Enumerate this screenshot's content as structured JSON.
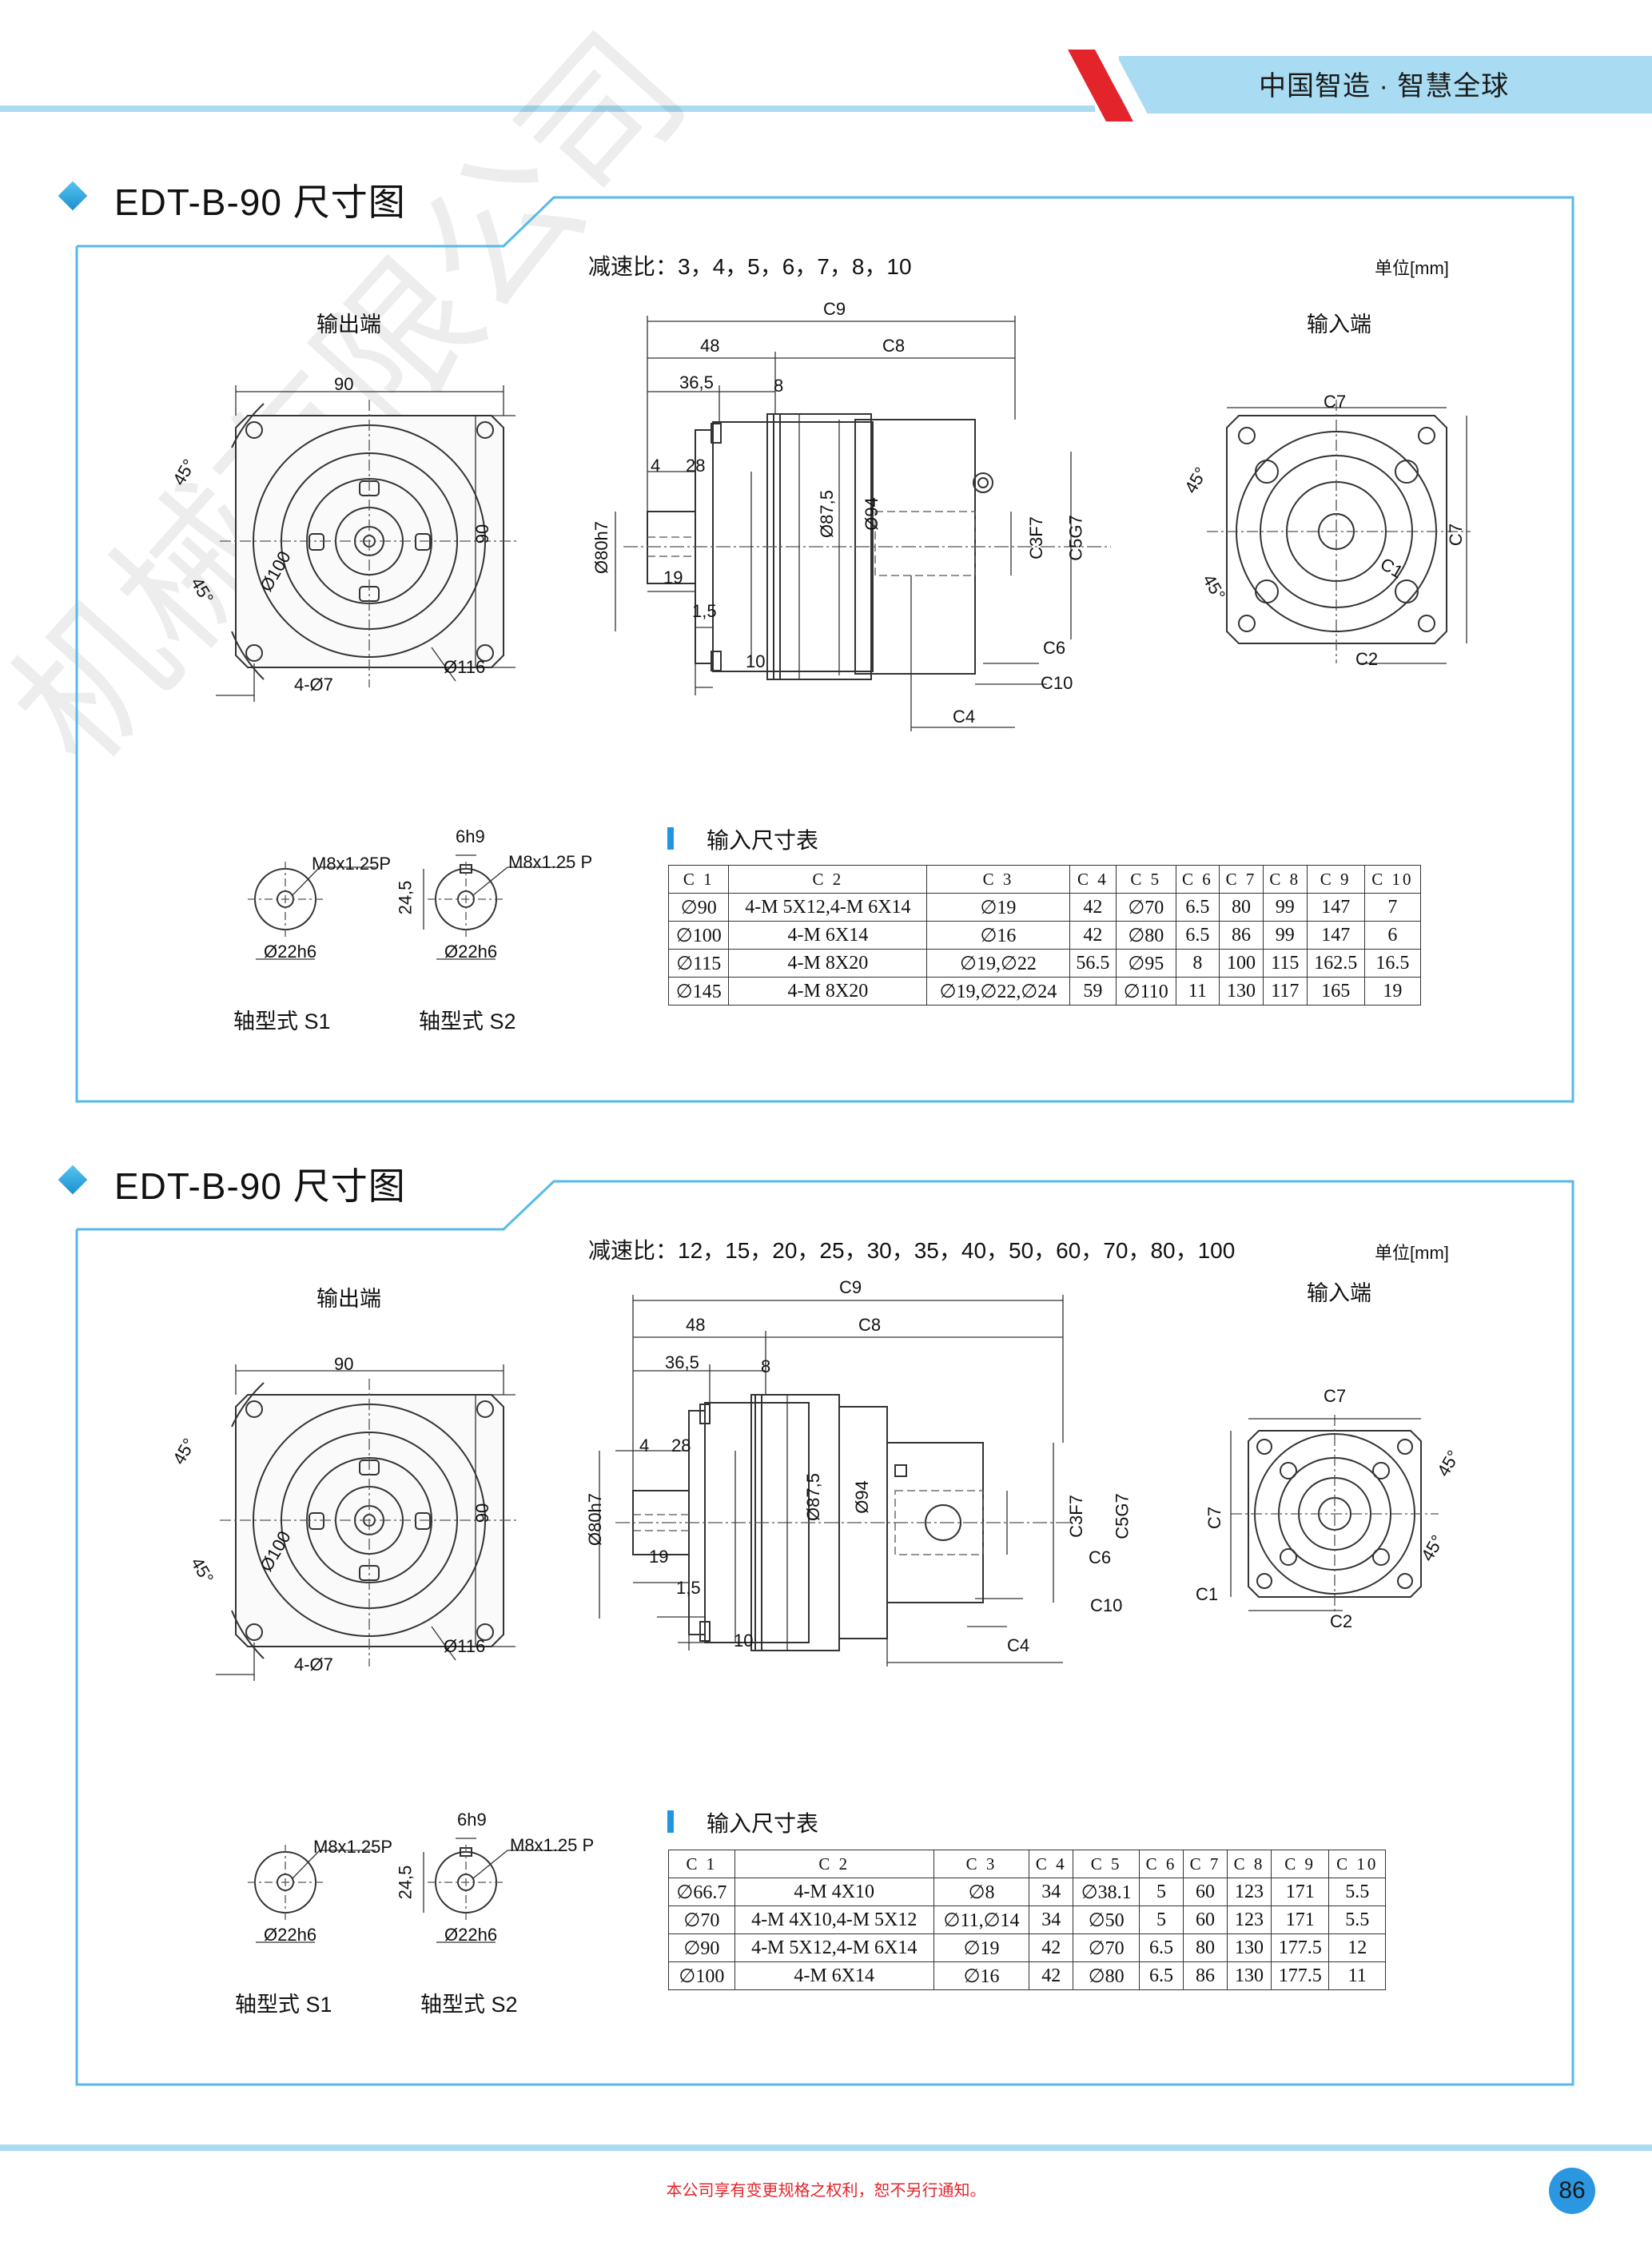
{
  "header": {
    "slogan": "中国智造 · 智慧全球"
  },
  "sections": [
    {
      "title": "EDT-B-90  尺寸图",
      "ratio": "减速比：3，4，5，6，7，8，10",
      "unit": "单位[mm]",
      "output_label": "输出端",
      "input_label": "输入端",
      "shaft_s1": "轴型式 S1",
      "shaft_s2": "轴型式 S2",
      "table_title": "输入尺寸表",
      "dims": {
        "d90": "90",
        "d90v": "90",
        "a45a": "45°",
        "a45b": "45°",
        "d100": "Ø100",
        "d116": "Ø116",
        "hole": "4-Ø7",
        "c9": "C9",
        "c8": "C8",
        "l48": "48",
        "l365": "36,5",
        "l8": "8",
        "l4": "4",
        "l28": "28",
        "l19": "19",
        "l15": "1,5",
        "l10": "10",
        "d80": "Ø80h7",
        "d875": "Ø87,5",
        "d94": "Ø94",
        "c3": "C3F7",
        "c5": "C5G7",
        "c6": "C6",
        "c10": "C10",
        "c4": "C4",
        "c7t": "C7",
        "c7r": "C7",
        "c1": "C1",
        "c2": "C2",
        "m8a": "M8x1.25P",
        "m8b": "M8x1.25 P",
        "d22a": "Ø22h6",
        "d22b": "Ø22h6",
        "k6": "6h9",
        "k245": "24,5"
      },
      "table": {
        "headers": [
          "C 1",
          "C 2",
          "C 3",
          "C 4",
          "C 5",
          "C 6",
          "C 7",
          "C 8",
          "C 9",
          "C 10"
        ],
        "rows": [
          [
            "∅90",
            "4-M 5X12,4-M 6X14",
            "∅19",
            "42",
            "∅70",
            "6.5",
            "80",
            "99",
            "147",
            "7"
          ],
          [
            "∅100",
            "4-M 6X14",
            "∅16",
            "42",
            "∅80",
            "6.5",
            "86",
            "99",
            "147",
            "6"
          ],
          [
            "∅115",
            "4-M 8X20",
            "∅19,∅22",
            "56.5",
            "∅95",
            "8",
            "100",
            "115",
            "162.5",
            "16.5"
          ],
          [
            "∅145",
            "4-M 8X20",
            "∅19,∅22,∅24",
            "59",
            "∅110",
            "11",
            "130",
            "117",
            "165",
            "19"
          ]
        ]
      }
    },
    {
      "title": "EDT-B-90  尺寸图",
      "ratio": "减速比：12，15，20，25，30，35，40，50，60，70，80，100",
      "unit": "单位[mm]",
      "output_label": "输出端",
      "input_label": "输入端",
      "shaft_s1": "轴型式 S1",
      "shaft_s2": "轴型式 S2",
      "table_title": "输入尺寸表",
      "dims": {
        "d90": "90",
        "d90v": "90",
        "a45a": "45°",
        "a45b": "45°",
        "d100": "Ø100",
        "d116": "Ø116",
        "hole": "4-Ø7",
        "c9": "C9",
        "c8": "C8",
        "l48": "48",
        "l365": "36,5",
        "l8": "8",
        "l4": "4",
        "l28": "28",
        "l19": "19",
        "l15": "1,5",
        "l10": "10",
        "d80": "Ø80h7",
        "d875": "Ø87,5",
        "d94": "Ø94",
        "c3": "C3F7",
        "c5": "C5G7",
        "c6": "C6",
        "c10": "C10",
        "c4": "C4",
        "c7t": "C7",
        "c7r": "C7",
        "c1": "C1",
        "c2": "C2",
        "m8a": "M8x1.25P",
        "m8b": "M8x1.25 P",
        "d22a": "Ø22h6",
        "d22b": "Ø22h6",
        "k6": "6h9",
        "k245": "24,5"
      },
      "table": {
        "headers": [
          "C 1",
          "C 2",
          "C 3",
          "C 4",
          "C 5",
          "C 6",
          "C 7",
          "C 8",
          "C 9",
          "C 10"
        ],
        "rows": [
          [
            "∅66.7",
            "4-M 4X10",
            "∅8",
            "34",
            "∅38.1",
            "5",
            "60",
            "123",
            "171",
            "5.5"
          ],
          [
            "∅70",
            "4-M 4X10,4-M 5X12",
            "∅11,∅14",
            "34",
            "∅50",
            "5",
            "60",
            "123",
            "171",
            "5.5"
          ],
          [
            "∅90",
            "4-M 5X12,4-M 6X14",
            "∅19",
            "42",
            "∅70",
            "6.5",
            "80",
            "130",
            "177.5",
            "12"
          ],
          [
            "∅100",
            "4-M 6X14",
            "∅16",
            "42",
            "∅80",
            "6.5",
            "86",
            "130",
            "177.5",
            "11"
          ]
        ]
      }
    }
  ],
  "watermark": "机械有限公司",
  "footer": {
    "note": "本公司享有变更规格之权利，恕不另行通知。",
    "page": "86"
  }
}
